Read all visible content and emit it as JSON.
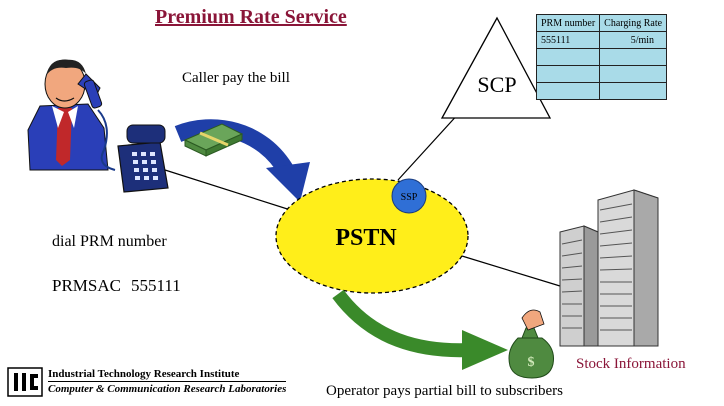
{
  "title": "Premium Rate Service",
  "labels": {
    "caller_pays": "Caller pay the bill",
    "dial_prm": "dial PRM number",
    "prmsac": "PRMSAC",
    "prmsac_number": "555111",
    "scp": "SCP",
    "pstn": "PSTN",
    "ssp": "SSP",
    "stock_information": "Stock Information",
    "operator_pays": "Operator pays partial bill to subscribers"
  },
  "table": {
    "headers": [
      "PRM number",
      "Charging Rate"
    ],
    "rows": [
      [
        "555111",
        "5/min"
      ],
      [
        "",
        ""
      ],
      [
        "",
        ""
      ],
      [
        "",
        ""
      ]
    ]
  },
  "organization": {
    "name": "Industrial Technology Research Institute",
    "lab": "Computer & Communication Research Laboratories"
  },
  "colors": {
    "title": "#8a1538",
    "pstn_fill": "#ffee1a",
    "ssp_fill": "#2f6fd6",
    "blue_arrow": "#1f3fa8",
    "green_arrow": "#3a8a2a",
    "table_fill": "#a9dbe8"
  },
  "icons": [
    "person-on-phone-icon",
    "telephone-icon",
    "money-bundle-icon",
    "money-bag-icon",
    "buildings-icon",
    "itri-logo-icon"
  ]
}
